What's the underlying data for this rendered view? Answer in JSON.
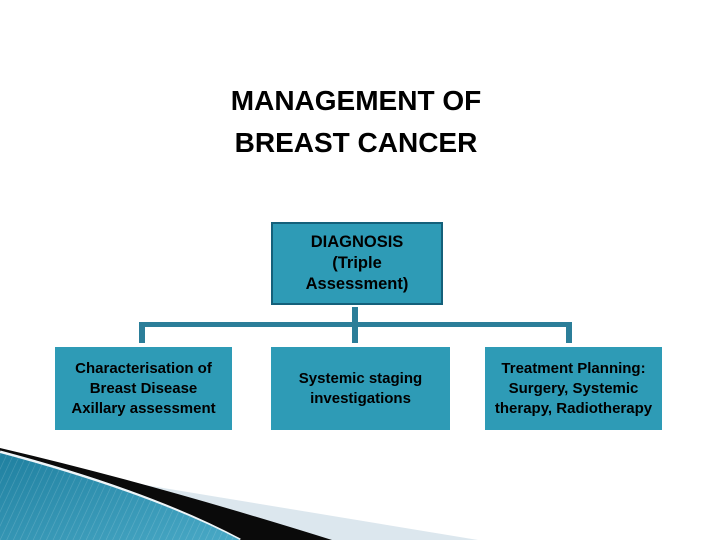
{
  "slide": {
    "title": {
      "lines": [
        "MANAGEMENT OF",
        "BREAST CANCER"
      ]
    },
    "diagram": {
      "root": {
        "lines": [
          "DIAGNOSIS",
          "(Triple",
          "Assessment)"
        ]
      },
      "branches": [
        {
          "lines": [
            "Characterisation of",
            "Breast Disease",
            "Axillary assessment"
          ]
        },
        {
          "lines": [
            "Systemic staging",
            "investigations",
            ""
          ]
        },
        {
          "lines": [
            "Treatment Planning:",
            "Surgery, Systemic",
            "therapy, Radiotherapy"
          ]
        }
      ]
    },
    "colors": {
      "box_fill": "#2E9BB6",
      "root_border": "#14607A",
      "connector": "#2B7E99",
      "title_text": "#000000",
      "box_text": "#000000",
      "wedge_teal_dark": "#1F80A0",
      "wedge_teal_light": "#49A9C6",
      "wedge_black": "#0A0A0A",
      "wedge_pale": "#DCE7EE"
    }
  }
}
